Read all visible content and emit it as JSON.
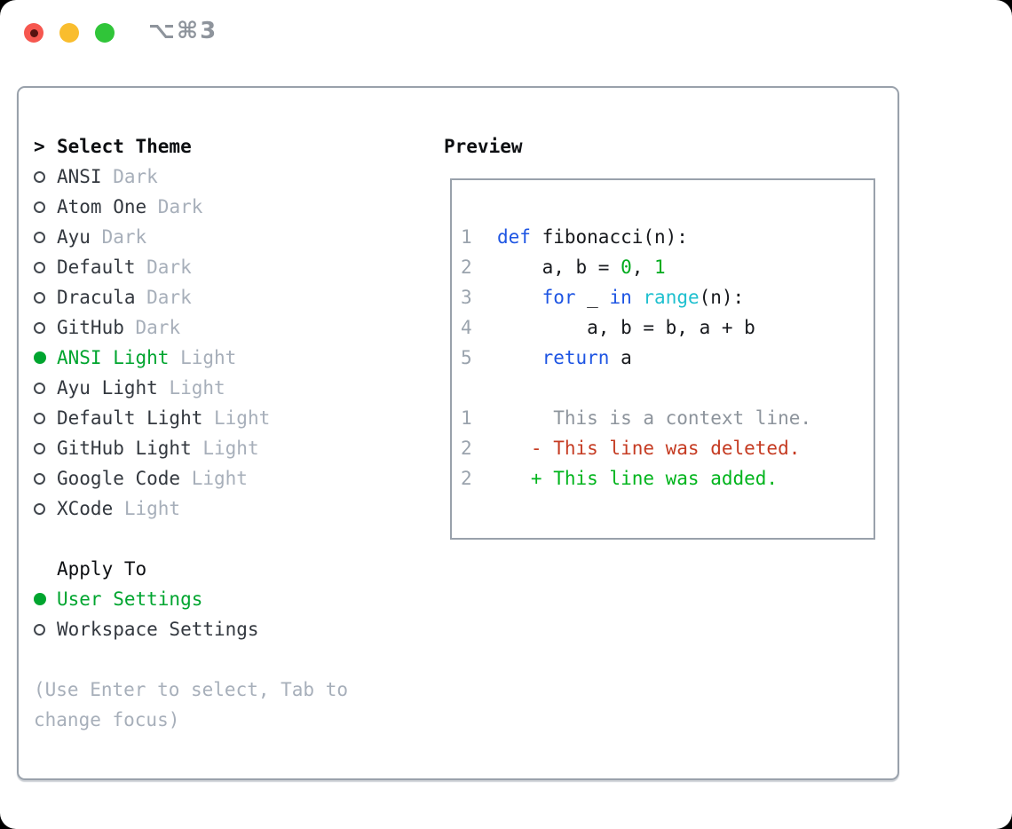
{
  "titlebar": {
    "shortcut_label": "⌥⌘3"
  },
  "theme_panel": {
    "cursor_glyph": ">",
    "header": "Select Theme",
    "items": [
      {
        "name": "ANSI",
        "variant": "Dark",
        "selected": false
      },
      {
        "name": "Atom One",
        "variant": "Dark",
        "selected": false
      },
      {
        "name": "Ayu",
        "variant": "Dark",
        "selected": false
      },
      {
        "name": "Default",
        "variant": "Dark",
        "selected": false
      },
      {
        "name": "Dracula",
        "variant": "Dark",
        "selected": false
      },
      {
        "name": "GitHub",
        "variant": "Dark",
        "selected": false
      },
      {
        "name": "ANSI Light",
        "variant": "Light",
        "selected": true
      },
      {
        "name": "Ayu Light",
        "variant": "Light",
        "selected": false
      },
      {
        "name": "Default Light",
        "variant": "Light",
        "selected": false
      },
      {
        "name": "GitHub Light",
        "variant": "Light",
        "selected": false
      },
      {
        "name": "Google Code",
        "variant": "Light",
        "selected": false
      },
      {
        "name": "XCode",
        "variant": "Light",
        "selected": false
      }
    ]
  },
  "apply_panel": {
    "header": "Apply To",
    "options": [
      {
        "label": "User Settings",
        "selected": true
      },
      {
        "label": "Workspace Settings",
        "selected": false
      }
    ]
  },
  "footer_hint": "(Use Enter to select, Tab to change focus)",
  "preview_panel": {
    "header": "Preview",
    "code": [
      {
        "line_no": "1",
        "tokens": [
          {
            "text": "def",
            "type": "keyword"
          },
          {
            "text": " fibonacci(n):",
            "type": "plain"
          }
        ]
      },
      {
        "line_no": "2",
        "tokens": [
          {
            "text": "    a, b = ",
            "type": "plain"
          },
          {
            "text": "0",
            "type": "number"
          },
          {
            "text": ", ",
            "type": "plain"
          },
          {
            "text": "1",
            "type": "number"
          }
        ]
      },
      {
        "line_no": "3",
        "tokens": [
          {
            "text": "    ",
            "type": "plain"
          },
          {
            "text": "for",
            "type": "keyword"
          },
          {
            "text": " _ ",
            "type": "plain"
          },
          {
            "text": "in",
            "type": "keyword"
          },
          {
            "text": " ",
            "type": "plain"
          },
          {
            "text": "range",
            "type": "function"
          },
          {
            "text": "(n):",
            "type": "plain"
          }
        ]
      },
      {
        "line_no": "4",
        "tokens": [
          {
            "text": "        a, b = b, a + b",
            "type": "plain"
          }
        ]
      },
      {
        "line_no": "5",
        "tokens": [
          {
            "text": "    ",
            "type": "plain"
          },
          {
            "text": "return",
            "type": "keyword"
          },
          {
            "text": " a",
            "type": "plain"
          }
        ]
      }
    ],
    "diff": [
      {
        "line_no": "1",
        "type": "context",
        "text": "     This is a context line."
      },
      {
        "line_no": "2",
        "type": "deleted",
        "text": "   - This line was deleted."
      },
      {
        "line_no": "2",
        "type": "added",
        "text": "   + This line was added."
      }
    ]
  },
  "colors": {
    "keyword_blue": "#1e55e3",
    "function_cyan": "#1fc0cf",
    "number_green": "#00ab1d",
    "selection_green": "#00a52f",
    "diff_added_green": "#00b41c",
    "diff_deleted_red": "#c53b22",
    "diff_context_gray": "#8d949c",
    "border_gray": "#99a1ab",
    "muted_gray": "#a7afba",
    "traffic_red": "#f6574f",
    "traffic_yellow": "#f9bd2e",
    "traffic_green": "#30c539"
  }
}
